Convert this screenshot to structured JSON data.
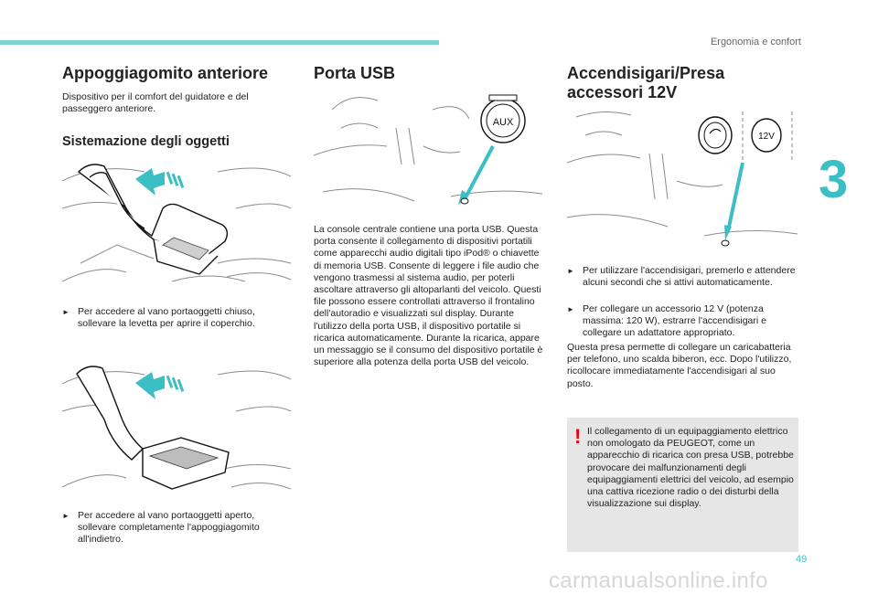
{
  "header": {
    "chapter_title": "Ergonomia e confort",
    "chapter_number": "3"
  },
  "footer": {
    "page_number": "49",
    "watermark": "carmanualsonline.info"
  },
  "col1": {
    "title": "Appoggiagomito anteriore",
    "intro": "Dispositivo per il comfort del guidatore e del passeggero anteriore.",
    "subtitle": "Sistemazione degli oggetti",
    "bullet1": "Per accedere al vano portaoggetti chiuso, sollevare la levetta per aprire il coperchio.",
    "bullet2": "Per accedere al vano portaoggetti aperto, sollevare completamente l'appoggiagomito all'indietro."
  },
  "col2": {
    "title": "Porta USB",
    "aux_label": "AUX",
    "body": "La console centrale contiene una porta USB. Questa porta consente il collegamento di dispositivi portatili come apparecchi audio digitali tipo iPod® o chiavette di memoria USB. Consente di leggere i file audio che vengono trasmessi al sistema audio, per poterli ascoltare attraverso gli altoparlanti del veicolo. Questi file possono essere controllati attraverso il frontalino dell'autoradio e visualizzati sul display. Durante l'utilizzo della porta USB, il dispositivo portatile si ricarica automaticamente. Durante la ricarica, appare un messaggio se il consumo del dispositivo portatile è superiore alla potenza della porta USB del veicolo."
  },
  "col3": {
    "title_line1": "Accendisigari/Presa",
    "title_line2": "accessori 12V",
    "socket_label": "12V",
    "bullet1": "Per utilizzare l'accendisigari, premerlo e attendere alcuni secondi che si attivi automaticamente.",
    "bullet2": "Per collegare un accessorio 12 V (potenza massima: 120 W), estrarre l'accendisigari e collegare un adattatore appropriato.",
    "body": "Questa presa permette di collegare un caricabatteria per telefono, uno scalda biberon, ecc. Dopo l'utilizzo, ricollocare immediatamente l'accendisigari al suo posto.",
    "warning_icon": "!",
    "warning": "Il collegamento di un equipaggiamento elettrico non omologato da PEUGEOT, come un apparecchio di ricarica con presa USB, potrebbe provocare dei malfunzionamenti degli equipaggiamenti elettrici del veicolo, ad esempio una cattiva ricezione radio o dei disturbi della visualizzazione sui display."
  },
  "icons": {
    "bullet": "triangle-bullet-icon",
    "warning": "warning-exclamation-icon"
  },
  "colors": {
    "accent": "#3cbfc4",
    "topbar": "#7fd3d3",
    "warning": "#e30613",
    "warning_bg": "#e6e6e6"
  }
}
